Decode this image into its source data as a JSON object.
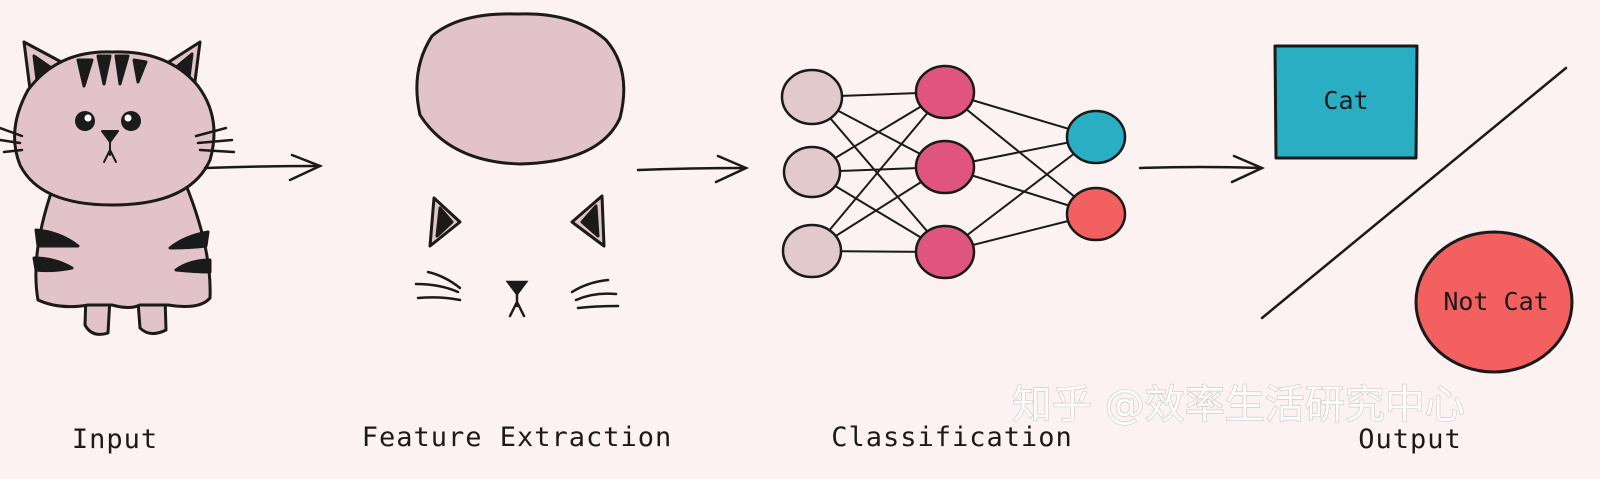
{
  "stages": {
    "input": "Input",
    "feature_extraction": "Feature Extraction",
    "classification": "Classification",
    "output": "Output"
  },
  "output_boxes": {
    "cat": "Cat",
    "not_cat": "Not Cat"
  },
  "watermark": "知乎 @效率生活研究中心",
  "colors": {
    "background": "#fdf2f2",
    "cat_fill": "#e2c3c9",
    "input_node": "#e2c9cc",
    "hidden_node": "#e0557f",
    "output_node_cat": "#2aaec3",
    "output_node_notcat": "#f26060",
    "cat_box": "#2aaec3",
    "not_cat_circle": "#f26060",
    "stroke": "#1a1a1a"
  },
  "network": {
    "input_nodes": 3,
    "hidden_nodes": 3,
    "output_nodes": 2
  }
}
